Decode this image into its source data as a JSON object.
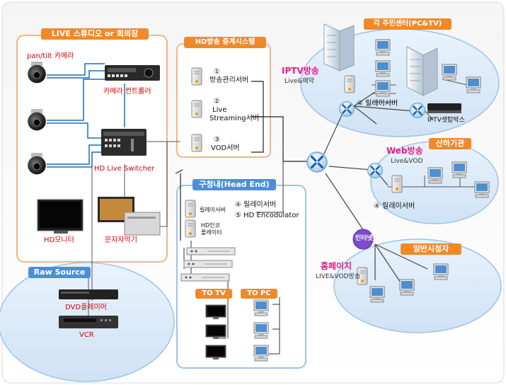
{
  "studio": {
    "title": "LIVE 스튜디오 or 회의장",
    "camera_label": "pan/tilt 카메라",
    "controller_label": "카메라 컨트롤러",
    "switcher_label": "HD Live Switcher",
    "monitor_label": "HD모니터",
    "caption_label": "문자자막기"
  },
  "raw_source": {
    "title": "Raw Source",
    "dvd_label": "DVD플레이어",
    "vcr_label": "VCR"
  },
  "hd_relay": {
    "title": "HD방송 중계시스템",
    "items": [
      {
        "num": "①",
        "line1": "방송관리서버",
        "line2": ""
      },
      {
        "num": "②",
        "line1": "Live",
        "line2": "Streaming서버"
      },
      {
        "num": "③",
        "line1": "VOD서버",
        "line2": ""
      }
    ]
  },
  "head_end": {
    "title": "구청내(Head End)",
    "server1": "릴레이서버",
    "server2_line1": "HD인코",
    "server2_line2": "플레이터",
    "legend1": "④ 릴레이서버",
    "legend2": "⑤ HD Encodulator",
    "to_tv": "TO TV",
    "to_pc": "TO PC"
  },
  "residents": {
    "title": "각 주민센터(PC&TV)",
    "iptv_title": "IPTV방송",
    "iptv_sub": "Live&예약",
    "relay_label": "④ 릴레이서버",
    "settop_label": "IPTV셋탑박스"
  },
  "affiliates": {
    "title": "산하기관",
    "web_title": "Web방송",
    "web_sub": "Live&VOD",
    "relay_label": "④ 릴레이서버"
  },
  "internet": {
    "label": "인터넷"
  },
  "public": {
    "title": "일반시청자",
    "home_title": "홈페이지",
    "home_sub": "LIVE&VOD방송"
  },
  "colors": {
    "orange": "#f0892a",
    "blue_tag": "#4c8fd6",
    "studio_border": "#f2b58a",
    "cloud_fill": "#dcebf9",
    "cloud_border": "#9cc3e8",
    "cable_blue": "#1b6db8",
    "label_red": "#d40000"
  }
}
